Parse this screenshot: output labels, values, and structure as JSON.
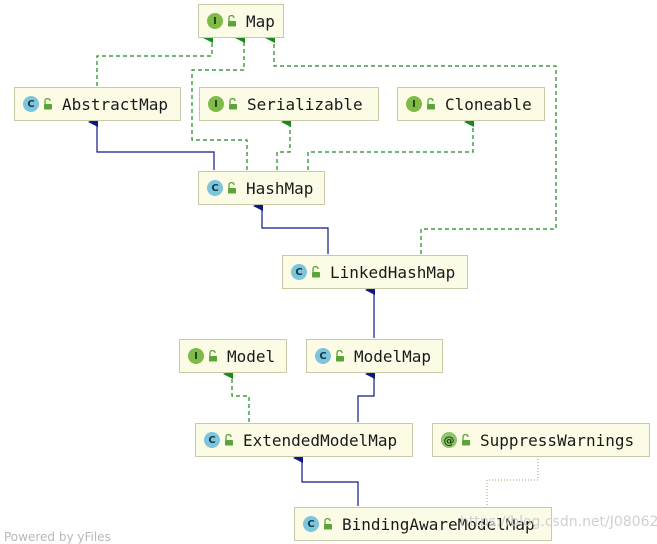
{
  "nodes": [
    {
      "label": "Map",
      "kind": "interface",
      "badge": "I"
    },
    {
      "label": "AbstractMap",
      "kind": "class",
      "badge": "C"
    },
    {
      "label": "Serializable",
      "kind": "interface",
      "badge": "I"
    },
    {
      "label": "Cloneable",
      "kind": "interface",
      "badge": "I"
    },
    {
      "label": "HashMap",
      "kind": "class",
      "badge": "C"
    },
    {
      "label": "LinkedHashMap",
      "kind": "class",
      "badge": "C"
    },
    {
      "label": "Model",
      "kind": "interface",
      "badge": "I"
    },
    {
      "label": "ModelMap",
      "kind": "class",
      "badge": "C"
    },
    {
      "label": "ExtendedModelMap",
      "kind": "class",
      "badge": "C"
    },
    {
      "label": "SuppressWarnings",
      "kind": "annotation",
      "badge": "@"
    },
    {
      "label": "BindingAwareModelMap",
      "kind": "class",
      "badge": "C"
    }
  ],
  "colors": {
    "extends": "#0d1a86",
    "implements": "#1a8a1a",
    "annotation_link": "#a8b47a"
  },
  "footer": "Powered by yFiles",
  "watermark": "https://blog.csdn.net/J080624"
}
